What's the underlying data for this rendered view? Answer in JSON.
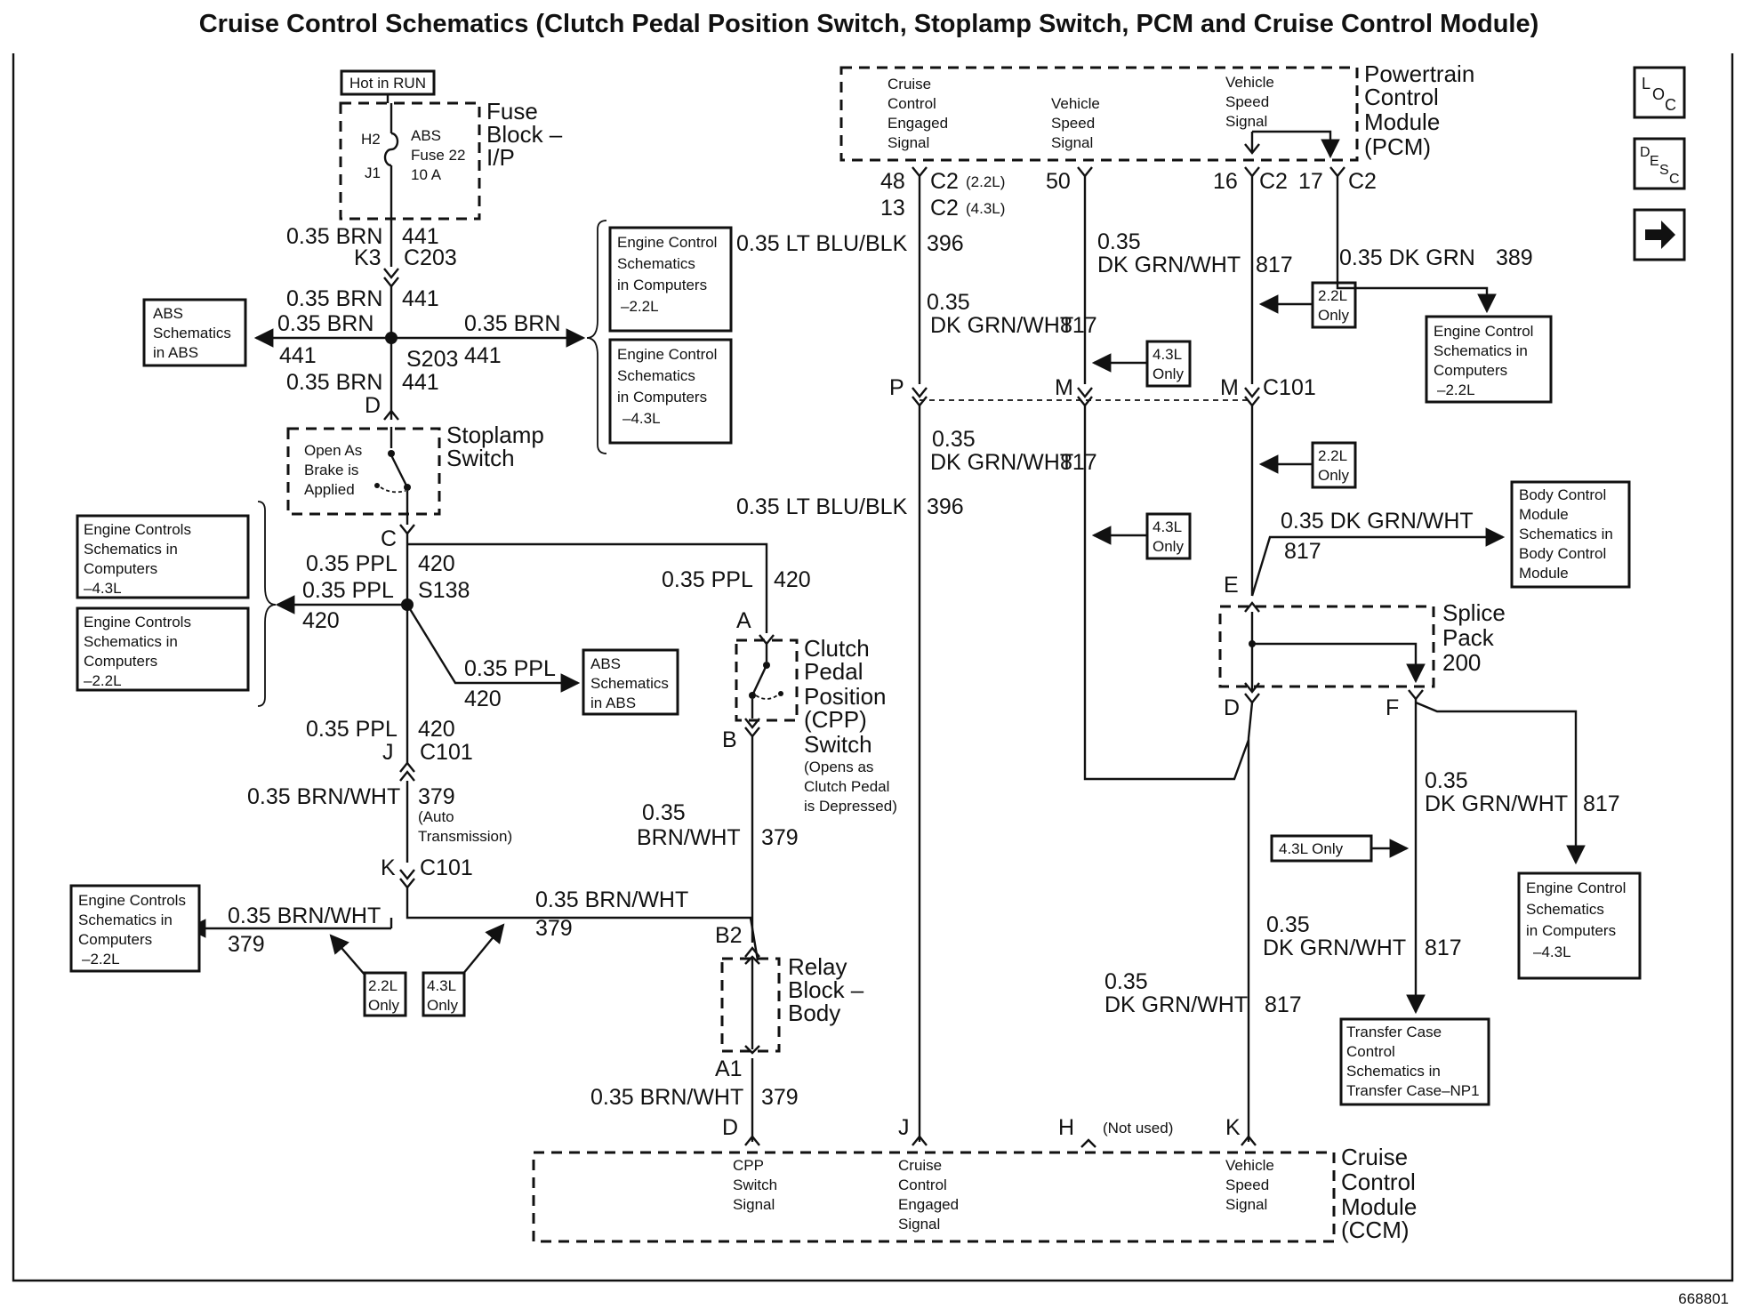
{
  "title": "Cruise Control Schematics (Clutch Pedal Position Switch, Stoplamp Switch, PCM and Cruise Control Module)",
  "figure_id": "668801",
  "side_icons": {
    "loc": "LOC",
    "desc": "DESC",
    "next": "right-arrow-icon"
  },
  "components": {
    "hot_in_run": "Hot in RUN",
    "fuse_block": [
      "Fuse",
      "Block –",
      "I/P"
    ],
    "fuse_lines": [
      "ABS",
      "Fuse 22",
      "10 A"
    ],
    "fuse_pins": [
      "H2",
      "J1"
    ],
    "stoplamp": [
      "Stoplamp",
      "Switch"
    ],
    "stoplamp_note": [
      "Open As",
      "Brake is",
      "Applied"
    ],
    "cpp": [
      "Clutch",
      "Pedal",
      "Position",
      "(CPP)",
      "Switch"
    ],
    "cpp_note": [
      "(Opens as",
      "Clutch Pedal",
      "is Depressed)"
    ],
    "relay_block": [
      "Relay",
      "Block –",
      "Body"
    ],
    "pcm": [
      "Powertrain",
      "Control",
      "Module",
      "(PCM)"
    ],
    "pcm_sig1": [
      "Cruise",
      "Control",
      "Engaged",
      "Signal"
    ],
    "pcm_sig2": [
      "Vehicle",
      "Speed",
      "Signal"
    ],
    "pcm_sig3": [
      "Vehicle",
      "Speed",
      "Signal"
    ],
    "splice_pack": [
      "Splice",
      "Pack",
      "200"
    ],
    "ccm": [
      "Cruise",
      "Control",
      "Module",
      "(CCM)"
    ],
    "ccm_sig1": [
      "CPP",
      "Switch",
      "Signal"
    ],
    "ccm_sig2": [
      "Cruise",
      "Control",
      "Engaged",
      "Signal"
    ],
    "ccm_sig3": [
      "Vehicle",
      "Speed",
      "Signal"
    ],
    "not_used": "(Not used)"
  },
  "ref_boxes": {
    "abs_top": [
      "ABS",
      "Schematics",
      "in ABS"
    ],
    "ecs_22_top": [
      "Engine Control",
      "Schematics",
      "in Computers",
      "–2.2L"
    ],
    "ecs_43_top": [
      "Engine Control",
      "Schematics",
      "in Computers",
      "–4.3L"
    ],
    "ecs_43_left": [
      "Engine Controls",
      "Schematics in",
      "Computers",
      "–4.3L"
    ],
    "ecs_22_left": [
      "Engine Controls",
      "Schematics in",
      "Computers",
      "–2.2L"
    ],
    "abs_mid": [
      "ABS",
      "Schematics",
      "in ABS"
    ],
    "ecs_22_bottom": [
      "Engine Controls",
      "Schematics in",
      "Computers",
      "–2.2L"
    ],
    "pcm_right": [
      "Engine Control",
      "Schematics in",
      "Computers",
      "–2.2L"
    ],
    "bcm": [
      "Body Control",
      "Module",
      "Schematics in",
      "Body Control",
      "Module"
    ],
    "ecs_43_right": [
      "Engine Control",
      "Schematics",
      "in Computers",
      "–4.3L"
    ],
    "transfer_case": [
      "Transfer Case",
      "Control",
      "Schematics in",
      "Transfer Case–NP1"
    ]
  },
  "only_tags": {
    "l22": [
      "2.2L",
      "Only"
    ],
    "l43": [
      "4.3L",
      "Only"
    ],
    "l43_inline": "4.3L Only"
  },
  "wire_labels": {
    "brn": "0.35 BRN",
    "c441": "441",
    "ppl": "0.35 PPL",
    "c420": "420",
    "brnwht": "0.35 BRN/WHT",
    "brnwht_a": "0.35",
    "brnwht_b": "BRN/WHT",
    "c379": "379",
    "auto_trans": [
      "(Auto",
      "Transmission)"
    ],
    "ltblu": "0.35 LT BLU/BLK",
    "c396": "396",
    "dkgrnwht_a": "0.35",
    "dkgrnwht_b": "DK GRN/WHT",
    "dkgrnwht": "0.35 DK GRN/WHT",
    "c817": "817",
    "dkgrn": "0.35 DK GRN",
    "c389": "389"
  },
  "connectors": {
    "k3": "K3",
    "c203": "C203",
    "s203": "S203",
    "s138": "S138",
    "c101": "C101",
    "c2": "C2",
    "c2_22": "C2",
    "c2_22_note": "(2.2L)",
    "c2_43": "C2",
    "c2_43_note": "(4.3L)",
    "pin48": "48",
    "pin13": "13",
    "pin50": "50",
    "pin16": "16",
    "pin17": "17",
    "D": "D",
    "C": "C",
    "J": "J",
    "K": "K",
    "A": "A",
    "B": "B",
    "B2": "B2",
    "A1": "A1",
    "P": "P",
    "M": "M",
    "E": "E",
    "F": "F",
    "H": "H"
  }
}
